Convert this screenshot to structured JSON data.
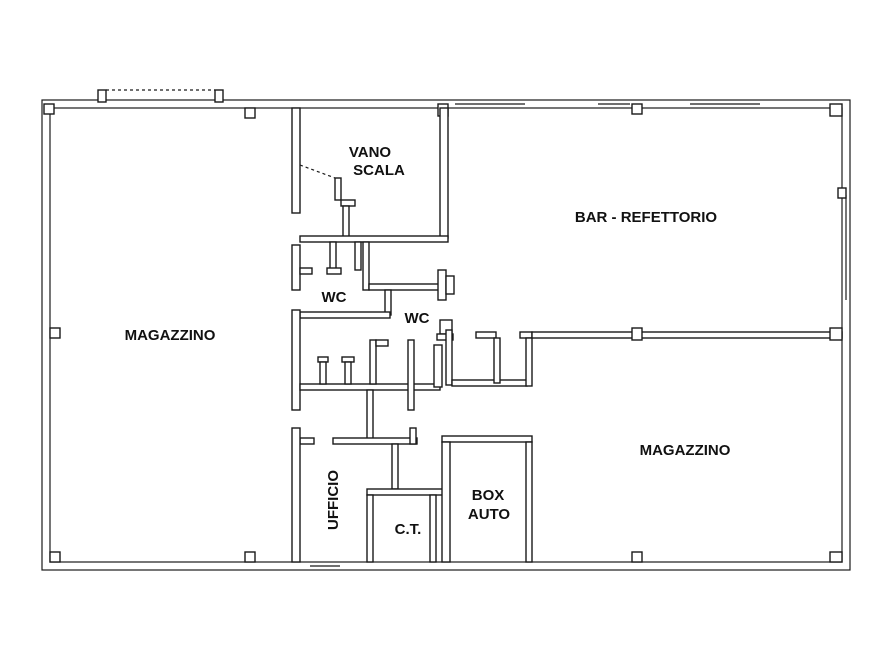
{
  "rooms": {
    "magazzino_left": "MAGAZZINO",
    "vano_scala_1": "VANO",
    "vano_scala_2": "SCALA",
    "bar_refettorio": "BAR - REFETTORIO",
    "wc_1": "WC",
    "wc_2": "WC",
    "magazzino_right": "MAGAZZINO",
    "ufficio": "UFFICIO",
    "ct": "C.T.",
    "box_auto_1": "BOX",
    "box_auto_2": "AUTO"
  }
}
